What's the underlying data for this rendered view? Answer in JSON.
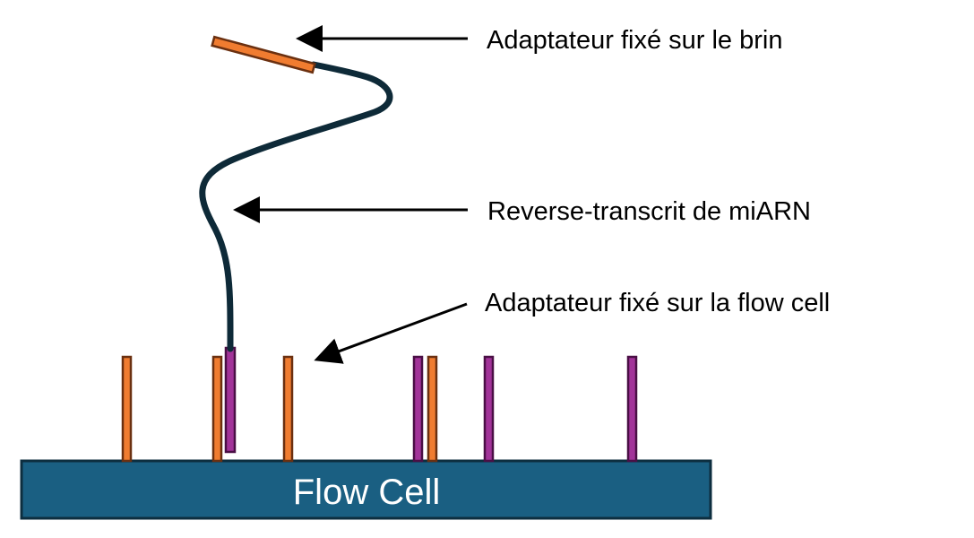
{
  "labels": {
    "strand_adapter": "Adaptateur fixé sur le brin",
    "reverse_transcript": "Reverse-transcrit de miARN",
    "flowcell_adapter": "Adaptateur fixé sur la flow cell",
    "flow_cell": "Flow Cell"
  },
  "colors": {
    "flow_cell_fill": "#1a5f82",
    "flow_cell_border": "#0d2e3f",
    "orange_adapter_fill": "#f07c30",
    "orange_adapter_border": "#6b3010",
    "purple_adapter_fill": "#a23399",
    "purple_adapter_border": "#4a0f45",
    "strand": "#0e2a38",
    "arrow": "#000000"
  },
  "adapters": [
    {
      "type": "orange"
    },
    {
      "type": "orange"
    },
    {
      "type": "orange"
    },
    {
      "type": "purple"
    },
    {
      "type": "orange"
    },
    {
      "type": "purple"
    },
    {
      "type": "purple"
    }
  ]
}
